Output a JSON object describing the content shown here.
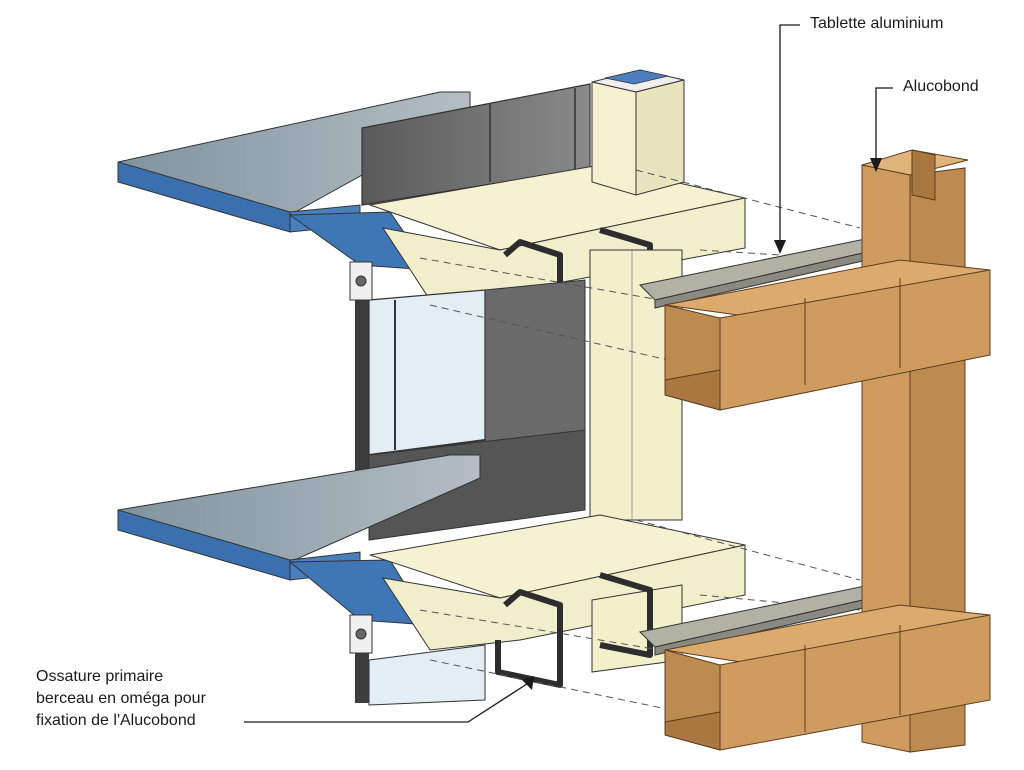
{
  "annotations": {
    "tablette": "Tablette aluminium",
    "alucobond": "Alucobond",
    "ossature_line1": "Ossature primaire",
    "ossature_line2": "berceau en oméga pour",
    "ossature_line3": "fixation de l'Alucobond"
  },
  "colors": {
    "slab_blue": "#3a70b0",
    "slab_top": "#8f9fa8",
    "insulation_cream": "#f3f0cc",
    "alucobond_tan": "#cf9b5e",
    "aluminium_grey": "#a8a898",
    "frame_dark": "#3d3d3d",
    "glass": "#e2edf4"
  }
}
